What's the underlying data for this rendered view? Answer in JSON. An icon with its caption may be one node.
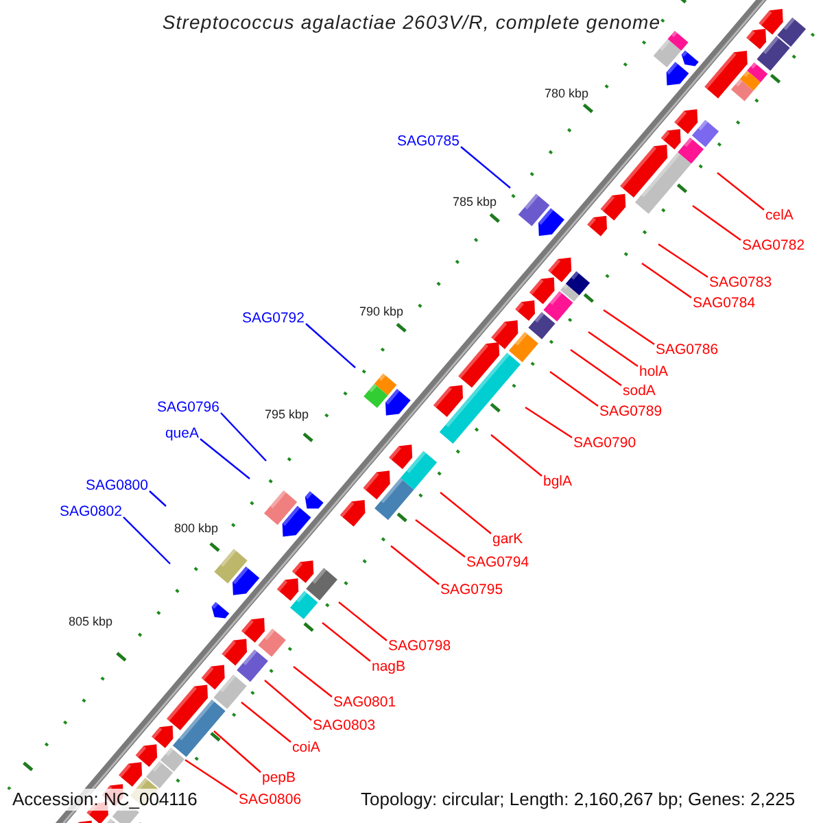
{
  "diagram": {
    "title": "Streptococcus agalactiae 2603V/R, complete genome",
    "nodes": [
      {
        "text": [
          "SAG0785"
        ]
      },
      {
        "text": [
          "celA"
        ]
      },
      {
        "text": [
          "SAG0782"
        ]
      },
      {
        "text": [
          "SAG0783"
        ]
      },
      {
        "text": [
          "SAG0784"
        ]
      },
      {
        "text": [
          "SAG0792"
        ]
      },
      {
        "text": [
          "SAG0786"
        ]
      },
      {
        "text": [
          "holA"
        ]
      },
      {
        "text": [
          "sodA"
        ]
      },
      {
        "text": [
          "SAG0796"
        ]
      },
      {
        "text": [
          "SAG0789"
        ]
      },
      {
        "text": [
          "queA"
        ]
      },
      {
        "text": [
          "SAG0790"
        ]
      },
      {
        "text": [
          "SAG0800"
        ]
      },
      {
        "text": [
          "bglA"
        ]
      },
      {
        "text": [
          "SAG0802"
        ]
      },
      {
        "text": [
          "garK"
        ]
      },
      {
        "text": [
          "SAG0794"
        ]
      },
      {
        "text": [
          "SAG0795"
        ]
      },
      {
        "text": [
          "SAG0798"
        ]
      },
      {
        "text": [
          "nagB"
        ]
      },
      {
        "text": [
          "SAG0801"
        ]
      },
      {
        "text": [
          "SAG0803"
        ]
      },
      {
        "text": [
          "coiA"
        ]
      },
      {
        "text": [
          "pepB"
        ]
      },
      {
        "text": [
          "SAG0806"
        ]
      }
    ],
    "edges": [
      {
        "from": 0,
        "to": null,
        "arrow": "none",
        "color": "#0000ff"
      },
      {
        "from": 1,
        "to": null,
        "arrow": "none"
      },
      {
        "from": 2,
        "to": null,
        "arrow": "none"
      },
      {
        "from": 3,
        "to": null,
        "arrow": "none"
      },
      {
        "from": 4,
        "to": null,
        "arrow": "none"
      },
      {
        "from": 5,
        "to": null,
        "arrow": "none",
        "color": "#0000ff"
      },
      {
        "from": 6,
        "to": null,
        "arrow": "none"
      },
      {
        "from": 7,
        "to": null,
        "arrow": "none"
      },
      {
        "from": 8,
        "to": null,
        "arrow": "none"
      },
      {
        "from": 9,
        "to": null,
        "arrow": "none",
        "color": "#0000ff"
      },
      {
        "from": 10,
        "to": null,
        "arrow": "none"
      },
      {
        "from": 11,
        "to": null,
        "arrow": "none",
        "color": "#0000ff"
      },
      {
        "from": 12,
        "to": null,
        "arrow": "none"
      },
      {
        "from": 13,
        "to": null,
        "arrow": "none",
        "color": "#0000ff"
      },
      {
        "from": 14,
        "to": null,
        "arrow": "none"
      },
      {
        "from": 15,
        "to": null,
        "arrow": "none",
        "color": "#0000ff"
      },
      {
        "from": 16,
        "to": null,
        "arrow": "none"
      },
      {
        "from": 17,
        "to": null,
        "arrow": "none"
      },
      {
        "from": 18,
        "to": null,
        "arrow": "none"
      },
      {
        "from": 19,
        "to": null,
        "arrow": "none"
      },
      {
        "from": 20,
        "to": null,
        "arrow": "none"
      },
      {
        "from": 21,
        "to": null,
        "arrow": "none"
      },
      {
        "from": 22,
        "to": null,
        "arrow": "none"
      },
      {
        "from": 23,
        "to": null,
        "arrow": "none"
      },
      {
        "from": 24,
        "to": null,
        "arrow": "none"
      },
      {
        "from": 25,
        "to": null,
        "arrow": "none"
      }
    ],
    "labels": [
      "780 kbp",
      "785 kbp",
      "790 kbp",
      "795 kbp",
      "800 kbp",
      "805 kbp",
      "Accession: NC_004116",
      "Topology: circular; Length: 2,160,267 bp; Genes: 2,225"
    ]
  }
}
